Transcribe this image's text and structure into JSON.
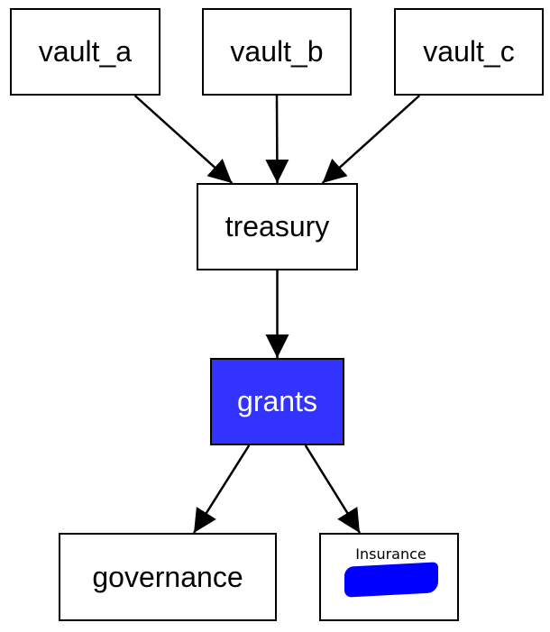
{
  "diagram": {
    "type": "directed-graph",
    "highlight_color": "#3333ff",
    "nodes": [
      {
        "id": "vault_a",
        "label": "vault_a"
      },
      {
        "id": "vault_b",
        "label": "vault_b"
      },
      {
        "id": "vault_c",
        "label": "vault_c"
      },
      {
        "id": "treasury",
        "label": "treasury"
      },
      {
        "id": "grants",
        "label": "grants",
        "highlighted": true
      },
      {
        "id": "governance",
        "label": "governance"
      },
      {
        "id": "insurance",
        "label": "Insurance",
        "redacted": true,
        "redaction_color": "#0000ff"
      }
    ],
    "edges": [
      {
        "from": "vault_a",
        "to": "treasury"
      },
      {
        "from": "vault_b",
        "to": "treasury"
      },
      {
        "from": "vault_c",
        "to": "treasury"
      },
      {
        "from": "treasury",
        "to": "grants"
      },
      {
        "from": "grants",
        "to": "governance"
      },
      {
        "from": "grants",
        "to": "insurance"
      }
    ]
  }
}
